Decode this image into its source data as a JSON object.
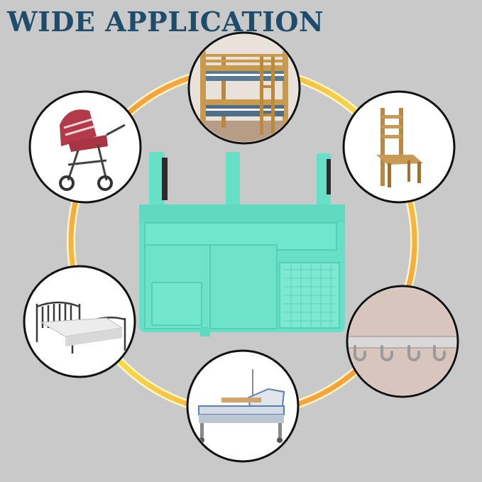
{
  "title": "WIDE APPLICATION",
  "colors": {
    "background": "#c9c9c9",
    "title": "#1f4c6b",
    "ring_gradient": [
      "#f6d94a",
      "#f58a34"
    ],
    "bag": "#66e0c6",
    "bag_shadow": "#4ec7ad"
  },
  "applications": [
    {
      "id": "bunk-bed",
      "icon": "bunk-bed-icon"
    },
    {
      "id": "chair",
      "icon": "chair-icon"
    },
    {
      "id": "wall-hooks",
      "icon": "hooks-icon"
    },
    {
      "id": "hospital-bed",
      "icon": "hospital-bed-icon"
    },
    {
      "id": "metal-bed",
      "icon": "metal-bed-icon"
    },
    {
      "id": "stroller",
      "icon": "stroller-icon"
    }
  ]
}
